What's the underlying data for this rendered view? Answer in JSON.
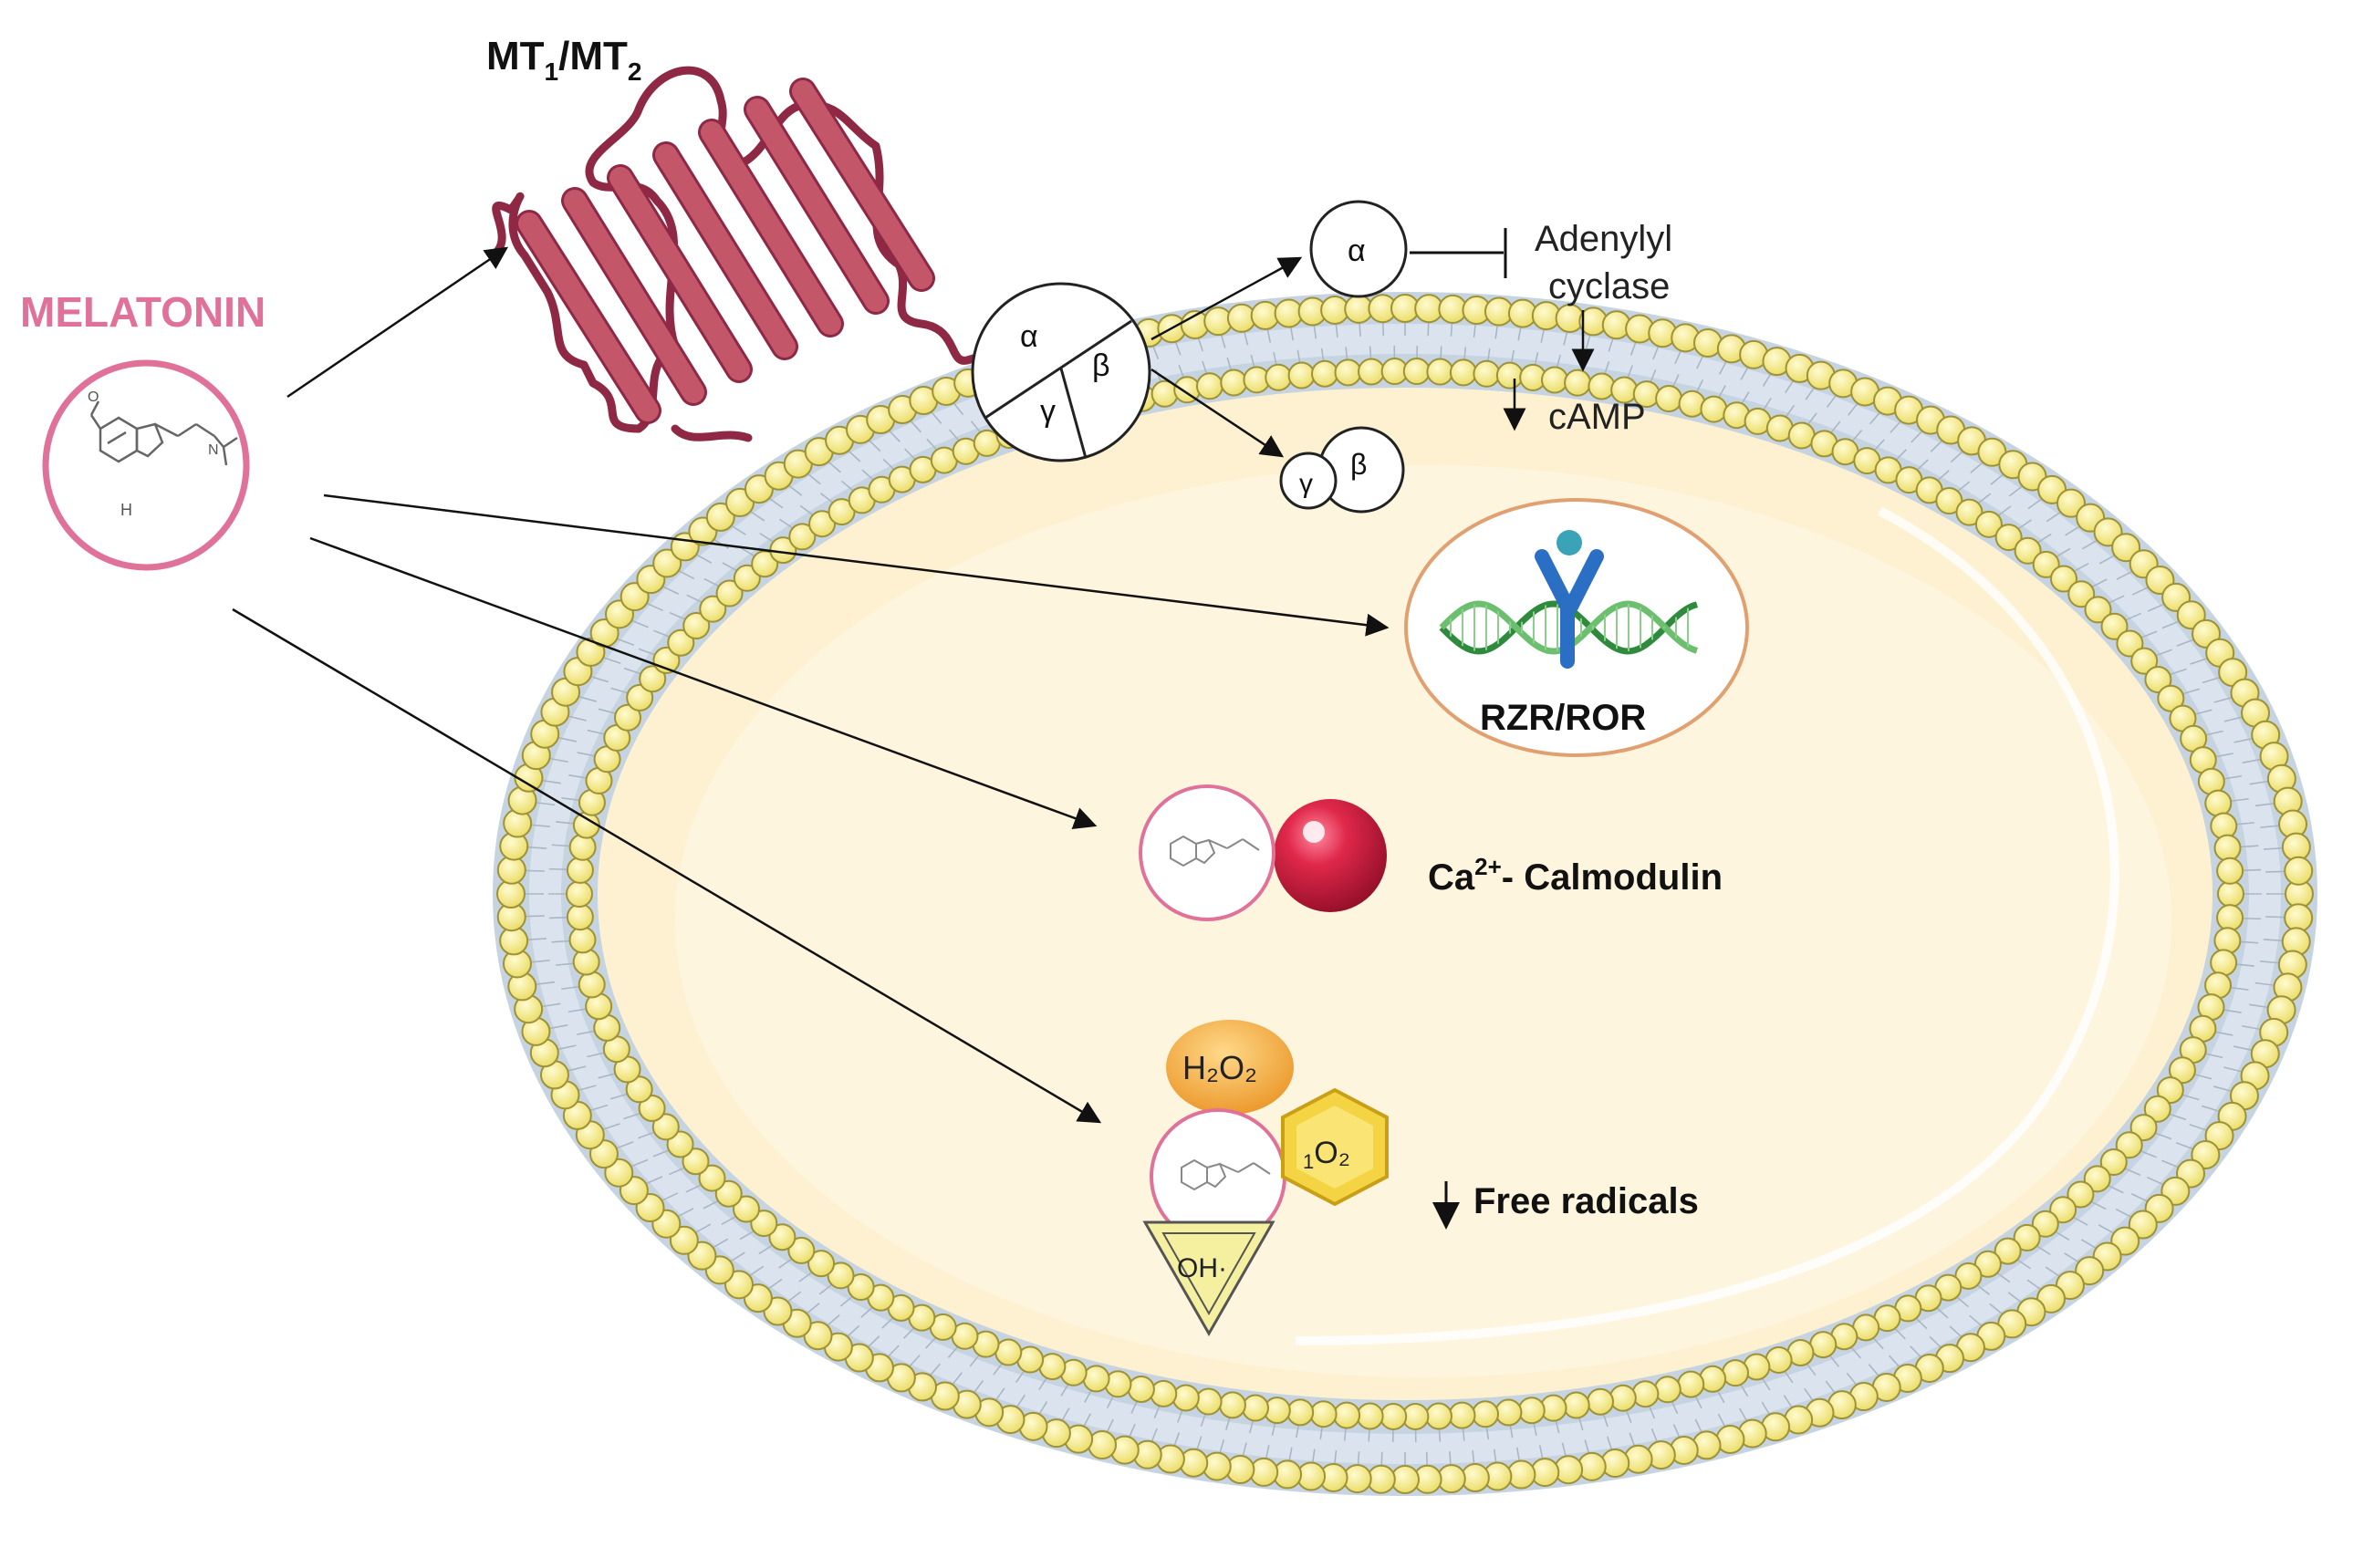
{
  "labels": {
    "melatonin": "MELATONIN",
    "receptor_main": "MT",
    "receptor_sub1": "1",
    "receptor_sep": "/MT",
    "receptor_sub2": "2",
    "g_alpha": "α",
    "g_beta": "β",
    "g_gamma": "γ",
    "adenylyl": "Adenylyl",
    "cyclase": "cyclase",
    "camp": "cAMP",
    "rzr_ror": "RZR/ROR",
    "ca": "Ca",
    "ca_sup": "2+",
    "calmodulin": "- Calmodulin",
    "h2o2": "H₂O₂",
    "singlet_sub": "1",
    "singlet": "O₂",
    "oh": "OH·",
    "free_radicals": "Free radicals"
  },
  "colors": {
    "melatonin": "#e0729a",
    "receptor": "#c4566a",
    "receptor_loop": "#8e2844",
    "cell_interior": "#fdf1d2",
    "lipid_head": "#f2e47a",
    "lipid_head_stroke": "#9e9238",
    "membrane_band": "#b7c6d6",
    "dna": "#3f9b4a",
    "nuclear_receptor": "#2a6fc4",
    "nucleus_outline": "#e0a070",
    "calmodulin": "#d0233f",
    "h2o2": "#f2a93b",
    "singlet_o2": "#f4d443",
    "oh_radical": "#f4f0a0"
  }
}
